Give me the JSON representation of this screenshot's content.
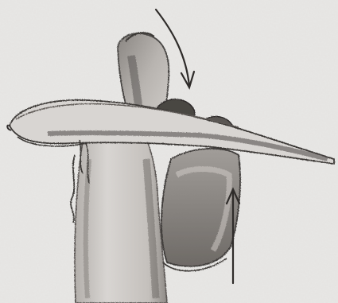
{
  "image": {
    "subject": "hand-sketch",
    "palette": {
      "paper": "#e8e7e5",
      "paper_shadow": "#dad8d5",
      "ink_dark": "#3a3735",
      "ink_mid": "#6b6764",
      "ink_light": "#9a9692",
      "wash": "#b9b5b1"
    },
    "arrows": [
      {
        "name": "downward-arrow",
        "direction": "down"
      },
      {
        "name": "upward-arrow",
        "direction": "up"
      }
    ]
  }
}
